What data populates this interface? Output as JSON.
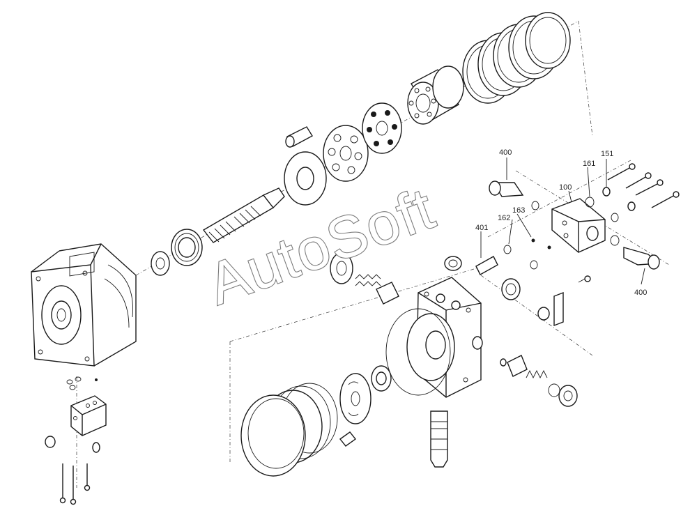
{
  "callouts": {
    "c100": "100",
    "c151": "151",
    "c161": "161",
    "c162": "162",
    "c163": "163",
    "c400_top": "400",
    "c400_right": "400",
    "c401": "401"
  },
  "watermark": {
    "text": "AutoSoft"
  },
  "colors": {
    "line": "#1a1a1a",
    "watermark_outline": "#7a7a7a",
    "background": "#ffffff"
  }
}
